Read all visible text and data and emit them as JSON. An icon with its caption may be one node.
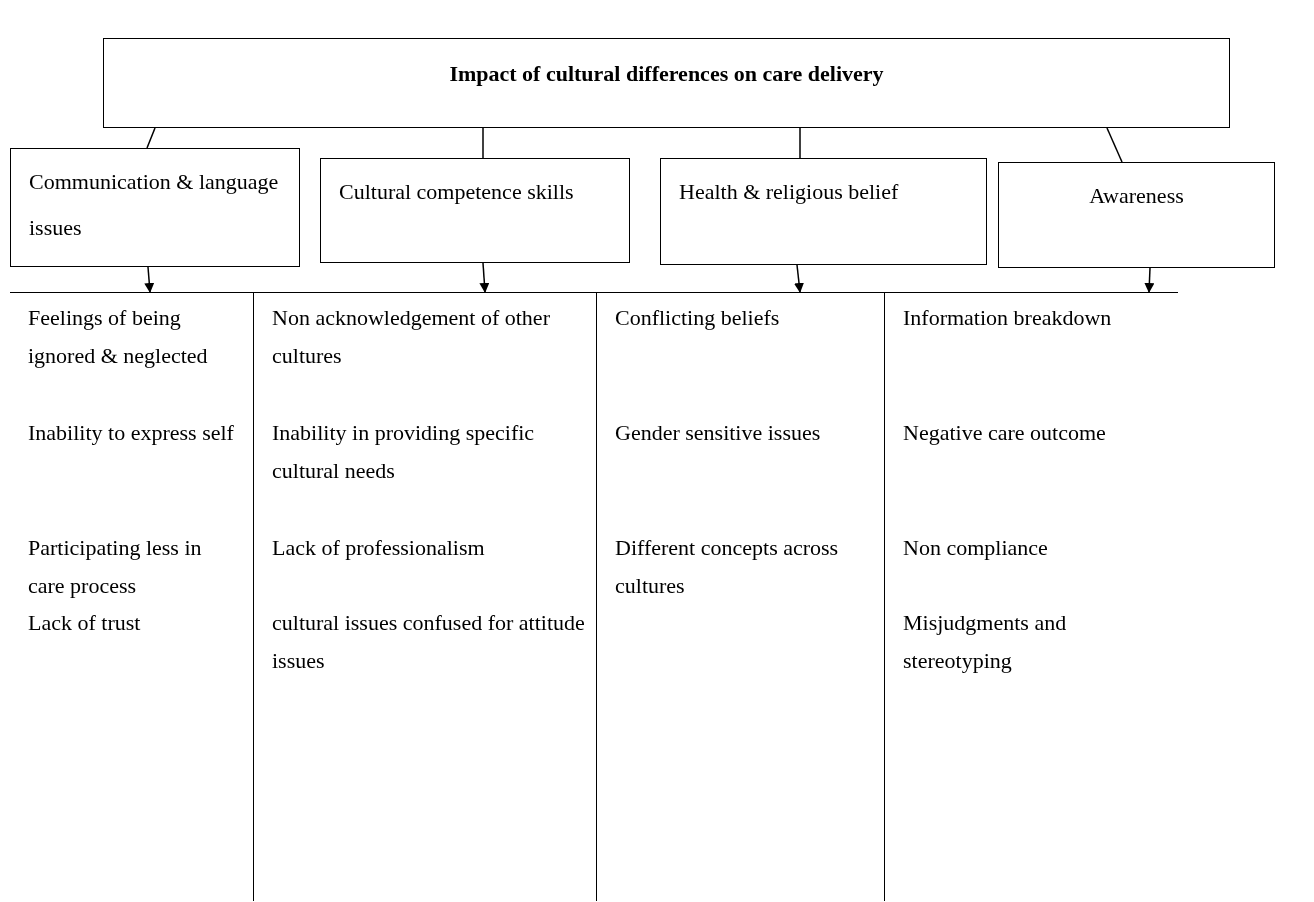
{
  "diagram": {
    "nodes": [
      {
        "text": [
          "Impact of cultural differences on care delivery"
        ]
      },
      {
        "text": [
          "Communication & language issues"
        ]
      },
      {
        "text": [
          "Cultural competence skills"
        ]
      },
      {
        "text": [
          "Health & religious belief"
        ]
      },
      {
        "text": [
          "Awareness"
        ]
      },
      {
        "text": [
          "Feelings of being ignored & neglected",
          "Inability to express self",
          "Participating less in care process",
          "Lack of trust"
        ]
      },
      {
        "text": [
          "Non acknowledgement of other cultures",
          "Inability in providing specific cultural needs",
          "Lack of professionalism",
          "cultural issues confused for attitude issues"
        ]
      },
      {
        "text": [
          "Conflicting beliefs",
          "Gender sensitive issues",
          "Different concepts across cultures"
        ]
      },
      {
        "text": [
          "Information breakdown",
          "Negative care outcome",
          "Non compliance",
          "Misjudgments and stereotyping"
        ]
      }
    ],
    "edges": [
      {
        "from": 0,
        "to": 1,
        "arrow": "none"
      },
      {
        "from": 0,
        "to": 2,
        "arrow": "none"
      },
      {
        "from": 0,
        "to": 3,
        "arrow": "none"
      },
      {
        "from": 0,
        "to": 4,
        "arrow": "none"
      },
      {
        "from": 1,
        "to": 5,
        "arrow": "to"
      },
      {
        "from": 2,
        "to": 6,
        "arrow": "to"
      },
      {
        "from": 3,
        "to": 7,
        "arrow": "to"
      },
      {
        "from": 4,
        "to": 8,
        "arrow": "to"
      }
    ]
  }
}
